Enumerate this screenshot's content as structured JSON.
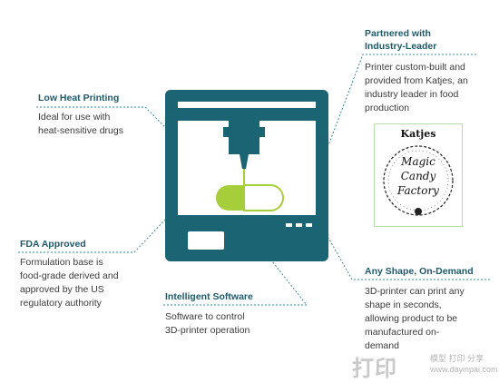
{
  "callouts": {
    "low_heat": {
      "title": "Low Heat Printing",
      "text": "Ideal for use with\nheat-sensitive drugs"
    },
    "fda": {
      "title": "FDA Approved",
      "text": "Formulation base is\nfood-grade derived and\napproved by the US\nregulatory authority"
    },
    "software": {
      "title": "Intelligent Software",
      "text": "Software to control\n3D-printer operation"
    },
    "partner": {
      "title": "Partnered with\nIndustry-Leader",
      "text": "Printer custom-built and\nprovided from Katjes, an\nindustry leader in food\nproduction"
    },
    "shape": {
      "title": "Any Shape, On-Demand",
      "text": "3D-printer can print any\nshape in seconds,\nallowing product to be\nmanufactured on-\ndemand"
    }
  },
  "logo": {
    "brand": "Katjes",
    "line1": "Magic",
    "line2": "Candy",
    "line3": "Factory"
  },
  "watermark": {
    "big": "打印",
    "line1": "模型 打印 分享",
    "line2": "www.dayinpai.com"
  },
  "colors": {
    "teal": "#1a6473",
    "green": "#a6cd3a",
    "dotted": "#3a8a9a",
    "title": "#1e5a6a"
  }
}
